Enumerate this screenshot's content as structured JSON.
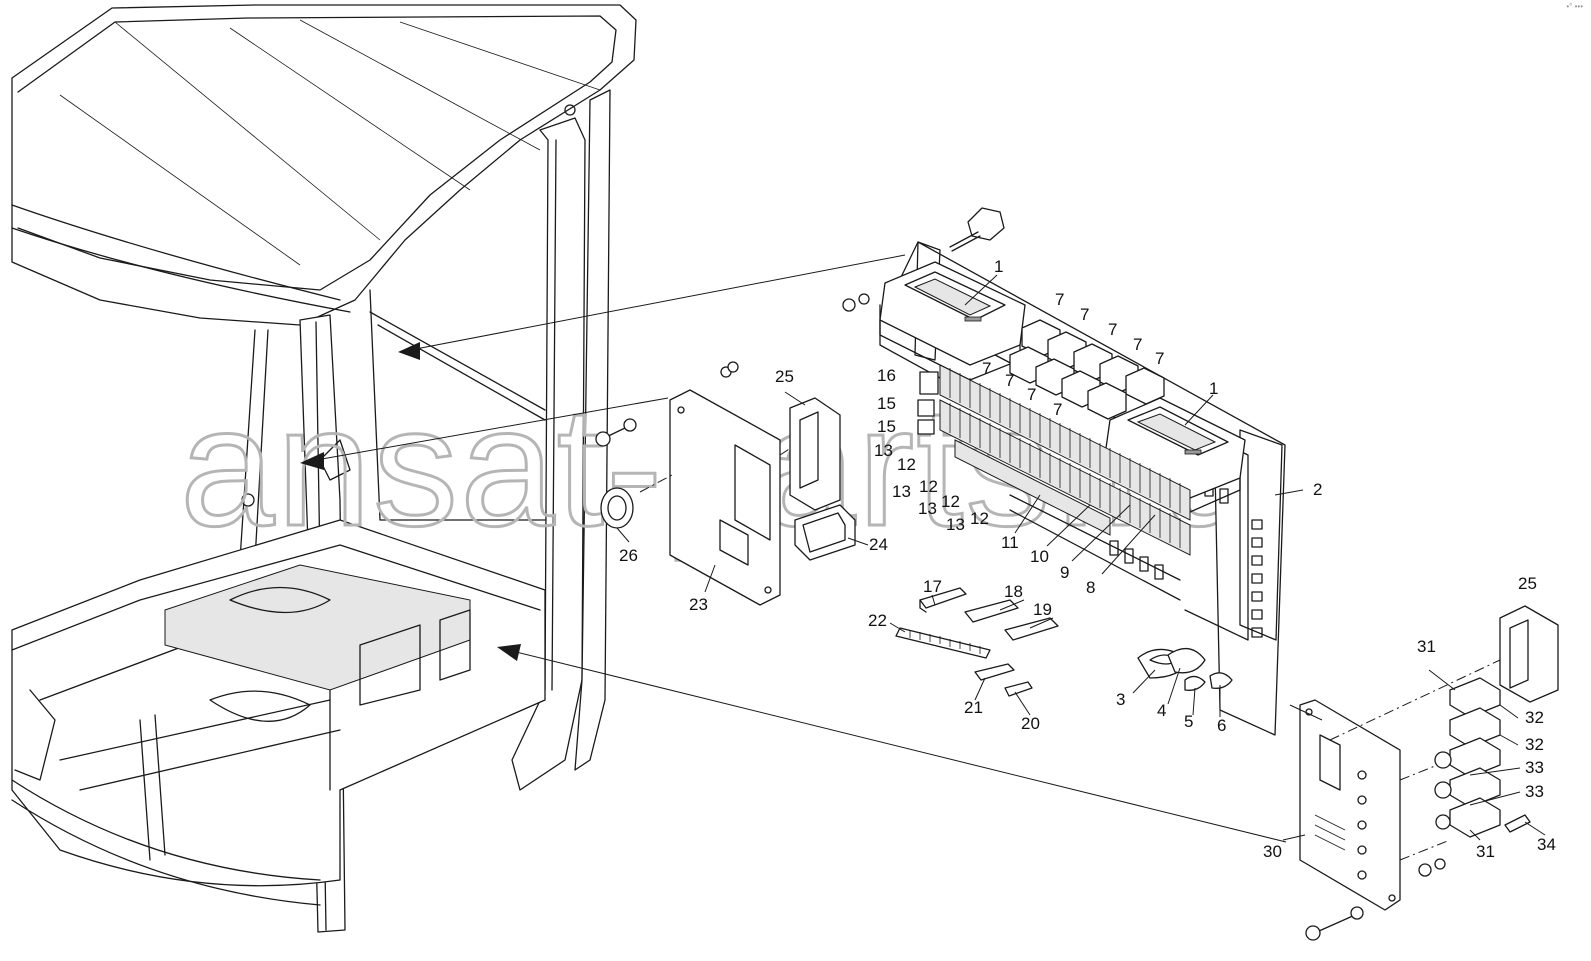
{
  "watermark": "ansat-parts.ru",
  "corner_mark": "•° •••",
  "callouts": {
    "c1a": "1",
    "c1b": "1",
    "c2": "2",
    "c3": "3",
    "c4": "4",
    "c5": "5",
    "c6": "6",
    "c7a": "7",
    "c7b": "7",
    "c7c": "7",
    "c7d": "7",
    "c7e": "7",
    "c7f": "7",
    "c7g": "7",
    "c7h": "7",
    "c7i": "7",
    "c8": "8",
    "c9": "9",
    "c10": "10",
    "c11": "11",
    "c12a": "12",
    "c12b": "12",
    "c12c": "12",
    "c12d": "12",
    "c13a": "13",
    "c13b": "13",
    "c13c": "13",
    "c13d": "13",
    "c15a": "15",
    "c15b": "15",
    "c16": "16",
    "c17": "17",
    "c18": "18",
    "c19": "19",
    "c20": "20",
    "c21": "21",
    "c22": "22",
    "c23": "23",
    "c24": "24",
    "c25a": "25",
    "c25b": "25",
    "c26": "26",
    "c30": "30",
    "c31a": "31",
    "c31b": "31",
    "c32a": "32",
    "c32b": "32",
    "c33a": "33",
    "c33b": "33",
    "c34": "34"
  }
}
